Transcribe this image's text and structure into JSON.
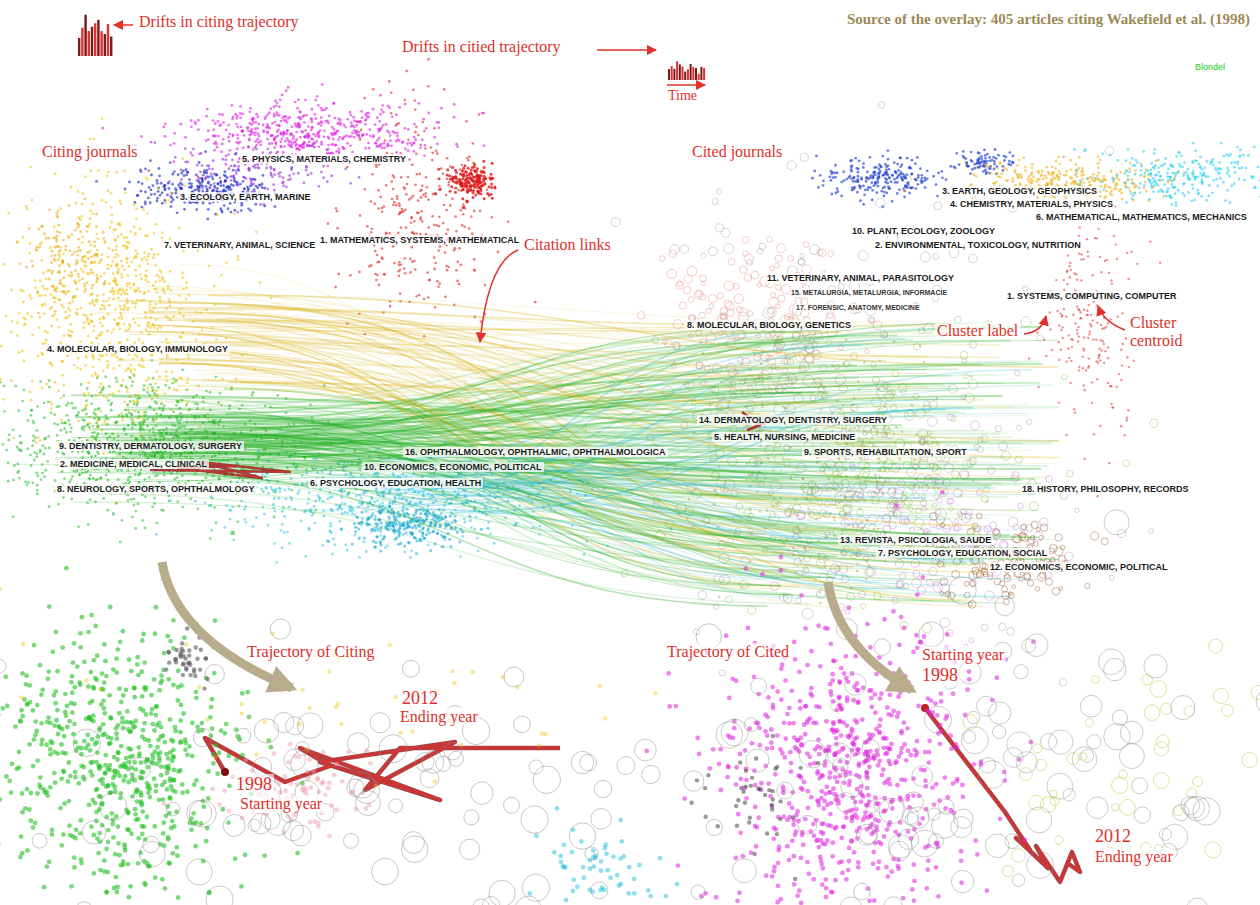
{
  "diagram": {
    "title": "Source of the overlay: 405 articles citing Wakefield et al. (1998)",
    "labels": [
      "Drifts in citing trajectory",
      "Drifts in citied trajectory",
      "Time",
      "Blondel",
      "Citing journals",
      "Cited journals",
      "5. PHYSICS, MATERIALS, CHEMISTRY",
      "3. ECOLOGY, EARTH, MARINE",
      "7. VETERINARY, ANIMAL, SCIENCE",
      "1. MATHEMATICS, SYSTEMS, MATHEMATICAL",
      "4. MOLECULAR, BIOLOGY, IMMUNOLOGY",
      "9. DENTISTRY, DERMATOLOGY, SURGERY",
      "2. MEDICINE, MEDICAL, CLINICAL",
      "8. NEUROLOGY, SPORTS, OPHTHALMOLOGY",
      "16. OPHTHALMOLOGY, OPHTHALMIC, OPHTHALMOLOGICA",
      "10. ECONOMICS, ECONOMIC, POLITICAL",
      "6. PSYCHOLOGY, EDUCATION, HEALTH",
      "3. EARTH, GEOLOGY, GEOPHYSICS",
      "4. CHEMISTRY, MATERIALS, PHYSICS",
      "6. MATHEMATICAL, MATHEMATICS, MECHANICS",
      "10. PLANT, ECOLOGY, ZOOLOGY",
      "2. ENVIRONMENTAL, TOXICOLOGY, NUTRITION",
      "11. VETERINARY, ANIMAL, PARASITOLOGY",
      "15. METALURGIA, METALURGIA, INFORMACIE",
      "1. SYSTEMS, COMPUTING, COMPUTER",
      "17. FORENSIC, ANATOMY, MEDICINE",
      "8. MOLECULAR, BIOLOGY, GENETICS",
      "14. DERMATOLOGY, DENTISTRY, SURGERY",
      "5. HEALTH, NURSING, MEDICINE",
      "9. SPORTS, REHABILITATION, SPORT",
      "18. HISTORY, PHILOSOPHY, RECORDS",
      "13. REVISTA, PSICOLOGIA, SAUDE",
      "7. PSYCHOLOGY, EDUCATION, SOCIAL",
      "12. ECONOMICS, ECONOMIC, POLITICAL",
      "Citation links",
      "Cluster label",
      "Cluster centroid",
      "Trajectory of Citing",
      "Trajectory of Cited",
      "2012",
      "Ending year",
      "1998",
      "Starting year",
      "Starting year",
      "1998",
      "2012",
      "Ending year"
    ]
  }
}
